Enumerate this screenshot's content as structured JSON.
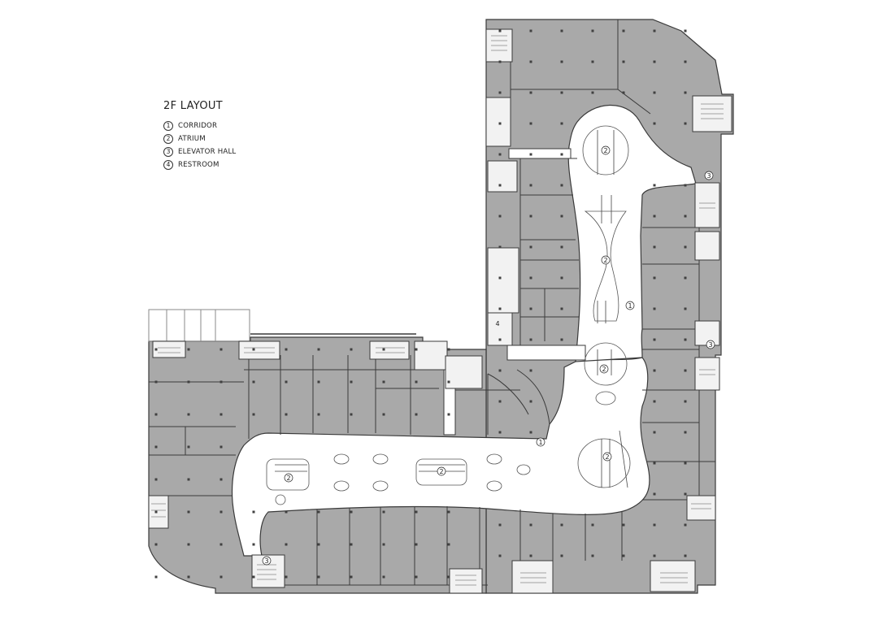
{
  "legend": {
    "title": "2F LAYOUT",
    "items": [
      {
        "num": "1",
        "label": "CORRIDOR"
      },
      {
        "num": "2",
        "label": "ATRIUM"
      },
      {
        "num": "3",
        "label": "ELEVATOR HALL"
      },
      {
        "num": "4",
        "label": "RESTROOM"
      }
    ]
  },
  "plan_labels": {
    "corridor": "1",
    "atrium": "2",
    "elevator_hall": "3",
    "restroom": "4"
  },
  "colors": {
    "shop_fill": "#a9a9a9",
    "wall": "#3a3a3a",
    "corridor_fill": "#ffffff",
    "core_fill": "#f2f2f2",
    "column": "#404040"
  }
}
